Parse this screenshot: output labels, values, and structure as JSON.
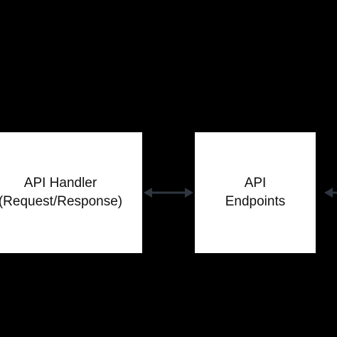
{
  "diagram": {
    "nodes": [
      {
        "id": "api-handler",
        "lines": [
          "API Handler",
          "(Request/Response)"
        ]
      },
      {
        "id": "api-endpoints",
        "lines": [
          "API",
          "Endpoints"
        ]
      }
    ],
    "edges": [
      {
        "from": "api-handler",
        "to": "api-endpoints",
        "direction": "bidirectional"
      },
      {
        "from": "api-endpoints",
        "to": "offscreen-right",
        "direction": "incoming"
      }
    ],
    "colors": {
      "background": "#000000",
      "node_fill": "#ffffff",
      "node_text": "#111111",
      "connector": "#2f3640"
    }
  }
}
